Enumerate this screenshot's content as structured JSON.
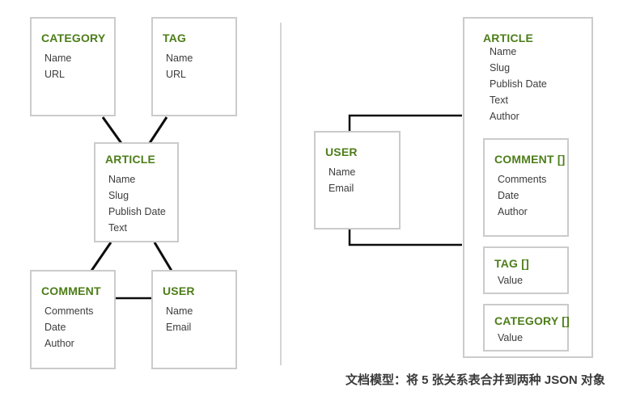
{
  "caption": "文档模型：将 5 张关系表合并到两种 JSON 对象",
  "colors": {
    "title_green": "#4d7d19",
    "attribute_gray": "#3c3c3c",
    "box_border_gray": "#cbcbcb",
    "connector_black": "#0d0d0d",
    "divider_gray": "#d5d5d5",
    "background": "#ffffff"
  },
  "left_panel": {
    "boxes": [
      {
        "title": "CATEGORY",
        "attrs": [
          "Name",
          "URL"
        ]
      },
      {
        "title": "TAG",
        "attrs": [
          "Name",
          "URL"
        ]
      },
      {
        "title": "ARTICLE",
        "attrs": [
          "Name",
          "Slug",
          "Publish Date",
          "Text"
        ]
      },
      {
        "title": "COMMENT",
        "attrs": [
          "Comments",
          "Date",
          "Author"
        ]
      },
      {
        "title": "USER",
        "attrs": [
          "Name",
          "Email"
        ]
      }
    ]
  },
  "right_panel": {
    "user": {
      "title": "USER",
      "attrs": [
        "Name",
        "Email"
      ]
    },
    "article": {
      "title": "ARTICLE",
      "attrs": [
        "Name",
        "Slug",
        "Publish Date",
        "Text",
        "Author"
      ]
    },
    "nested": [
      {
        "title": "COMMENT []",
        "attrs": [
          "Comments",
          "Date",
          "Author"
        ]
      },
      {
        "title": "TAG []",
        "attrs": [
          "Value"
        ]
      },
      {
        "title": "CATEGORY []",
        "attrs": [
          "Value"
        ]
      }
    ]
  }
}
